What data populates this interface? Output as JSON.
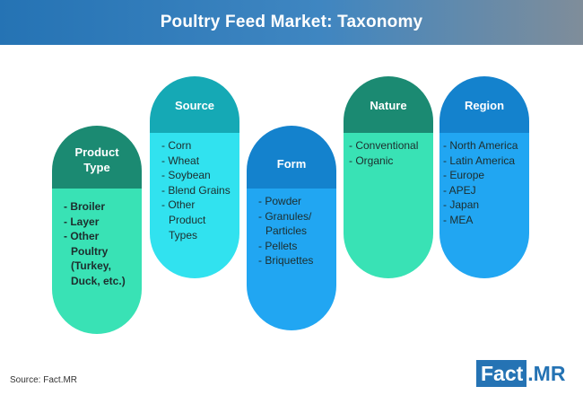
{
  "header": {
    "title": "Poultry Feed Market: Taxonomy"
  },
  "columns": [
    {
      "id": "product",
      "title": "Product Type",
      "items": [
        "Broiler",
        "Layer",
        "Other Poultry (Turkey, Duck, etc.)"
      ]
    },
    {
      "id": "source",
      "title": "Source",
      "items": [
        "Corn",
        "Wheat",
        "Soybean",
        "Blend Grains",
        "Other Product Types"
      ]
    },
    {
      "id": "form",
      "title": "Form",
      "items": [
        "Powder",
        "Granules/ Particles",
        "Pellets",
        "Briquettes"
      ]
    },
    {
      "id": "nature",
      "title": "Nature",
      "items": [
        "Conventional",
        "Organic"
      ]
    },
    {
      "id": "region",
      "title": "Region",
      "items": [
        "North America",
        "Latin America",
        "Europe",
        "APEJ",
        "Japan",
        "MEA"
      ]
    }
  ],
  "footer": {
    "source": "Source: Fact.MR"
  },
  "logo": {
    "part1": "Fact",
    "part2": ".MR"
  },
  "colors": {
    "header_blue": "#2573b4",
    "dark_green": "#1b8a72",
    "mint": "#39e2b5",
    "teal": "#15a9b5",
    "cyan": "#31e2ef",
    "blue": "#1482cd",
    "sky": "#21a6f2"
  }
}
